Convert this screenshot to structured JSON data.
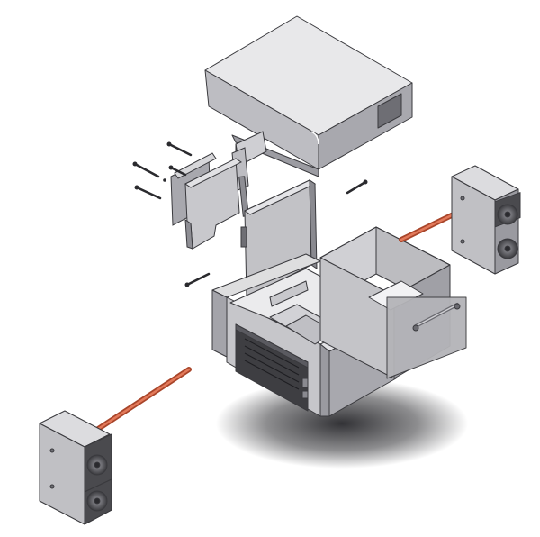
{
  "figure": {
    "kind": "exploded-assembly-cad-render",
    "parts": [
      "lid",
      "side-bracket",
      "side-plate",
      "inner-panel",
      "main-enclosure",
      "inner-box",
      "heat-pipe-module-right",
      "heat-pipe-module-left",
      "screws"
    ],
    "colors": {
      "background": "#ffffff",
      "metal_light": "#e6e6e8",
      "metal_mid": "#bdbdc2",
      "metal_dark": "#8a8a90",
      "edge": "#3a3a3e",
      "heatpipe": "#d9643a",
      "fan": "#4a4a4e",
      "shadow": "#1c1c20"
    }
  }
}
